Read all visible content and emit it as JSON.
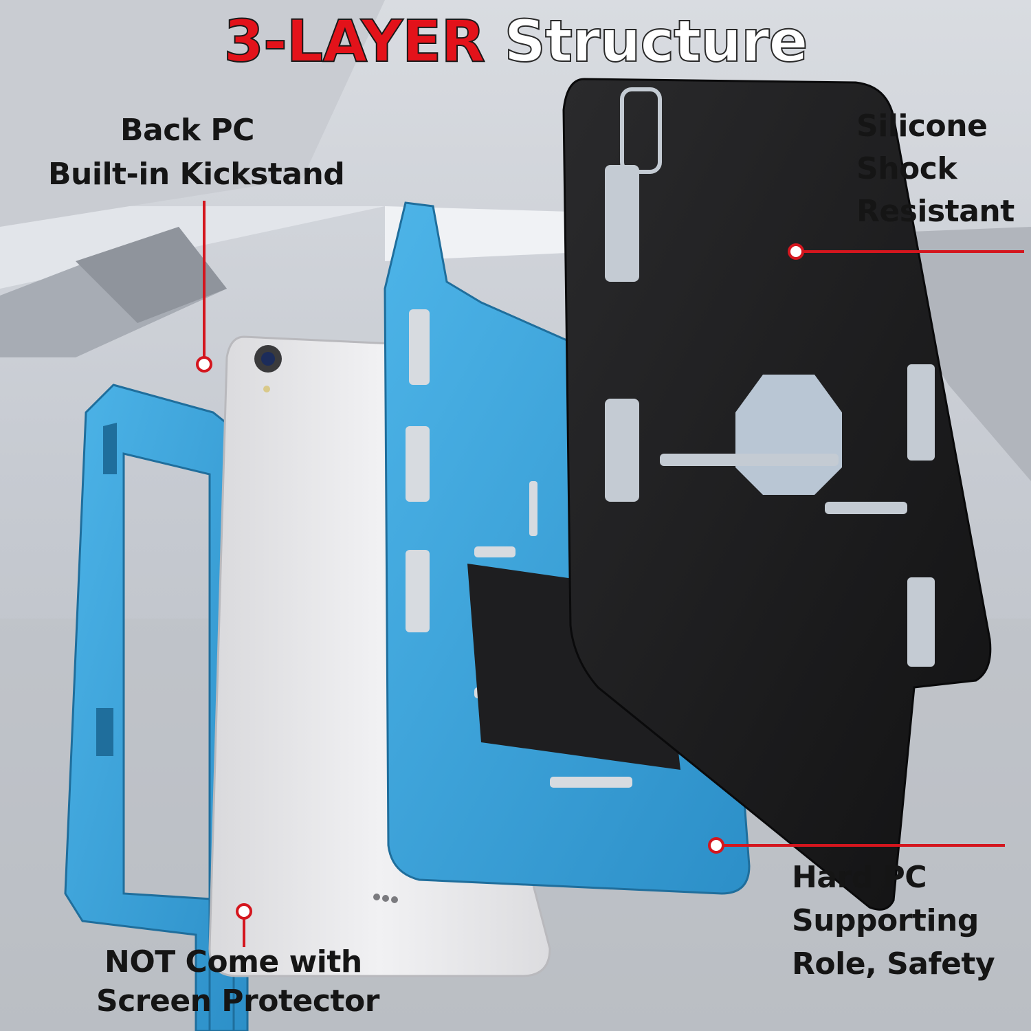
{
  "headline": {
    "highlight": "3-LAYER",
    "rest": "Structure"
  },
  "callouts": {
    "back_pc": {
      "line1": "Back PC",
      "line2": "Built-in Kickstand"
    },
    "silicone": {
      "line1": "Silicone",
      "line2": "Shock",
      "line3": "Resistant"
    },
    "hard_pc": {
      "line1": "Hard PC",
      "line2": "Supporting",
      "line3": "Role, Safety"
    },
    "screen": {
      "line1": "NOT Come with",
      "line2": "Screen Protector"
    }
  },
  "colors": {
    "accent": "#e3121a",
    "case_blue": "#3aa6dc",
    "case_black": "#1d1d1f",
    "tablet": "#e8e8ea"
  }
}
